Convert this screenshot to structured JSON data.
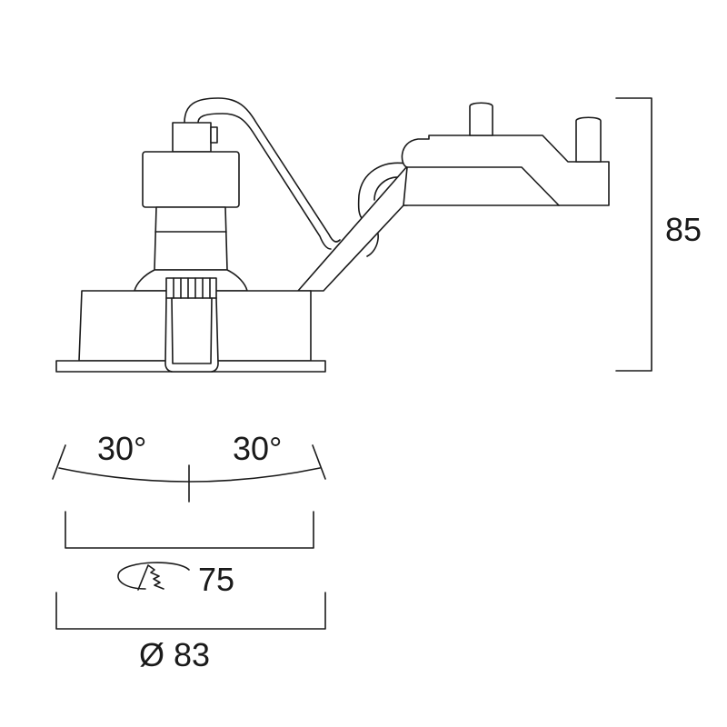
{
  "dimensions": {
    "height": "85",
    "tilt_left": "30°",
    "tilt_right": "30°",
    "cutout": "75",
    "diameter": "Ø 83"
  },
  "icons": {
    "cutout": "ceiling-cutout-icon"
  },
  "colors": {
    "line": "#1a1a1a",
    "background": "#ffffff"
  }
}
